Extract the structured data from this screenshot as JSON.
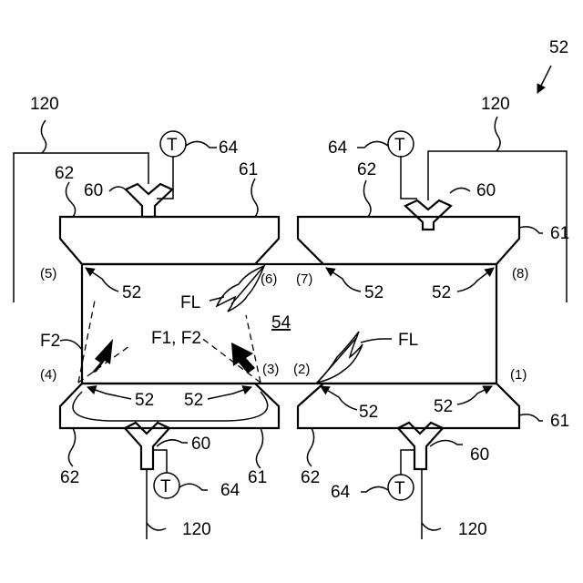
{
  "labels": {
    "ref_52_top": "52",
    "ref_120_left": "120",
    "ref_120_right": "120",
    "ref_120_bottom_left": "120",
    "ref_120_bottom_right": "120",
    "ref_64_tl": "64",
    "ref_64_tr": "64",
    "ref_64_bl": "64",
    "ref_64_br": "64",
    "ref_62_tl": "62",
    "ref_62_tr": "62",
    "ref_62_bl": "62",
    "ref_62_br": "62",
    "ref_61_tl": "61",
    "ref_61_tr": "61",
    "ref_61_bl": "61",
    "ref_61_br": "61",
    "ref_60_tl": "60",
    "ref_60_tr": "60",
    "ref_60_bl": "60",
    "ref_60_br": "60",
    "thermo_symbol": "T",
    "pos_5": "(5)",
    "pos_6": "(6)",
    "pos_7": "(7)",
    "pos_8": "(8)",
    "pos_4": "(4)",
    "pos_3": "(3)",
    "pos_2": "(2)",
    "pos_1": "(1)",
    "ref_52_5": "52",
    "ref_52_7": "52",
    "ref_52_8": "52",
    "ref_52_4": "52",
    "ref_52_3": "52",
    "ref_52_2": "52",
    "ref_52_1": "52",
    "fl_top": "FL",
    "fl_bottom": "FL",
    "chamber": "54",
    "f2_left": "F2",
    "f1_f2": "F1, F2"
  }
}
